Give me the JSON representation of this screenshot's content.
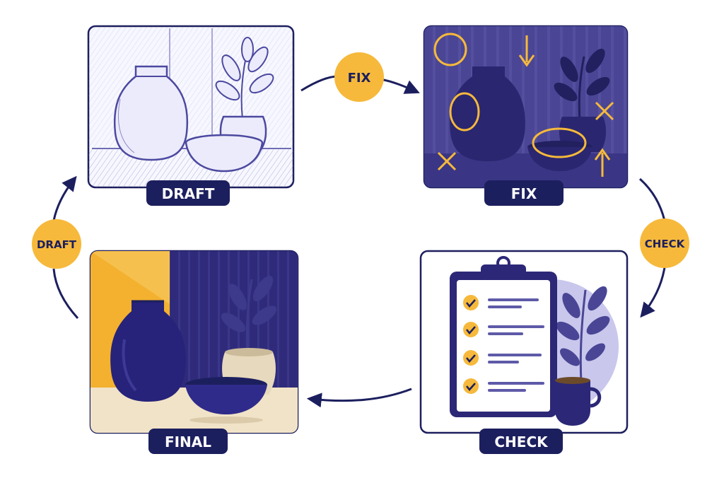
{
  "title": "",
  "panels": {
    "draft": {
      "label": "DRAFT"
    },
    "fix": {
      "label": "FIX"
    },
    "check": {
      "label": "CHECK"
    },
    "final": {
      "label": "FINAL"
    }
  },
  "cycle_labels": {
    "top": "FIX",
    "right": "CHECK",
    "left": "DRAFT"
  },
  "colors": {
    "navy": "#1c1f5e",
    "indigo": "#3d3a8c",
    "lavender": "#c9c7ec",
    "amber": "#f6b93b",
    "cream": "#f1e3c8",
    "sketch_bg": "#f7f7ff"
  },
  "icons": [
    "vase-icon",
    "bowl-icon",
    "plant-icon",
    "clipboard-icon",
    "checkmark-icon",
    "coffee-mug-icon",
    "circle-mark-icon",
    "cross-mark-icon",
    "arrow-mark-icon"
  ],
  "checklist": {
    "items_checked": 4
  }
}
